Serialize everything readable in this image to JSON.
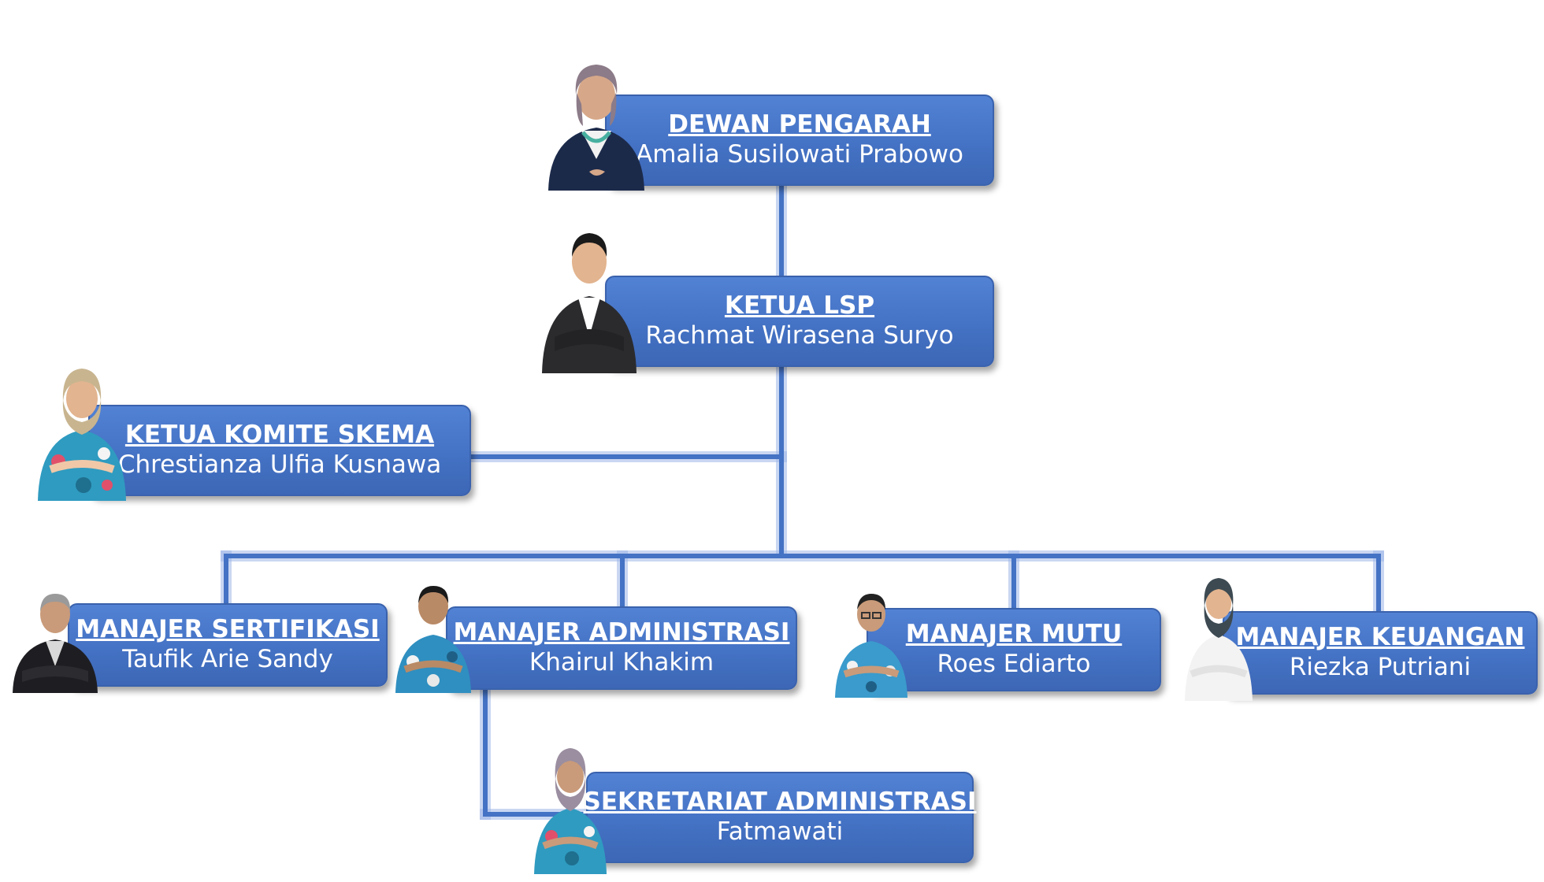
{
  "org_chart": {
    "nodes": [
      {
        "id": "dewan-pengarah",
        "role": "DEWAN PENGARAH",
        "person": "Amalia Susilowati Prabowo",
        "portrait": "woman-hijab-dark-blazer-portrait"
      },
      {
        "id": "ketua-lsp",
        "role": "KETUA LSP",
        "person": "Rachmat Wirasena Suryo",
        "portrait": "man-dark-blazer-portrait"
      },
      {
        "id": "ketua-komite-skema",
        "role": "KETUA KOMITE SKEMA",
        "person": "Chrestianza Ulfia Kusnawa",
        "portrait": "woman-hijab-batik-portrait"
      },
      {
        "id": "manajer-sertifikasi",
        "role": "MANAJER SERTIFIKASI",
        "person": "Taufik Arie Sandy",
        "portrait": "man-black-jacket-portrait"
      },
      {
        "id": "manajer-administrasi",
        "role": "MANAJER ADMINISTRASI",
        "person": "Khairul Khakim",
        "portrait": "man-batik-portrait"
      },
      {
        "id": "manajer-mutu",
        "role": "MANAJER MUTU",
        "person": "Roes Ediarto",
        "portrait": "man-batik-glasses-portrait"
      },
      {
        "id": "manajer-keuangan",
        "role": "MANAJER KEUANGAN",
        "person": "Riezka Putriani",
        "portrait": "woman-hijab-white-blouse-portrait"
      },
      {
        "id": "sekretariat-administrasi",
        "role": "SEKRETARIAT ADMINISTRASI",
        "person": "Fatmawati",
        "portrait": "woman-hijab-batik-portrait"
      }
    ],
    "colors": {
      "box": "#4472c4",
      "box_border": "#3a62ad",
      "connector": "#4472c4",
      "text": "#ffffff"
    }
  }
}
